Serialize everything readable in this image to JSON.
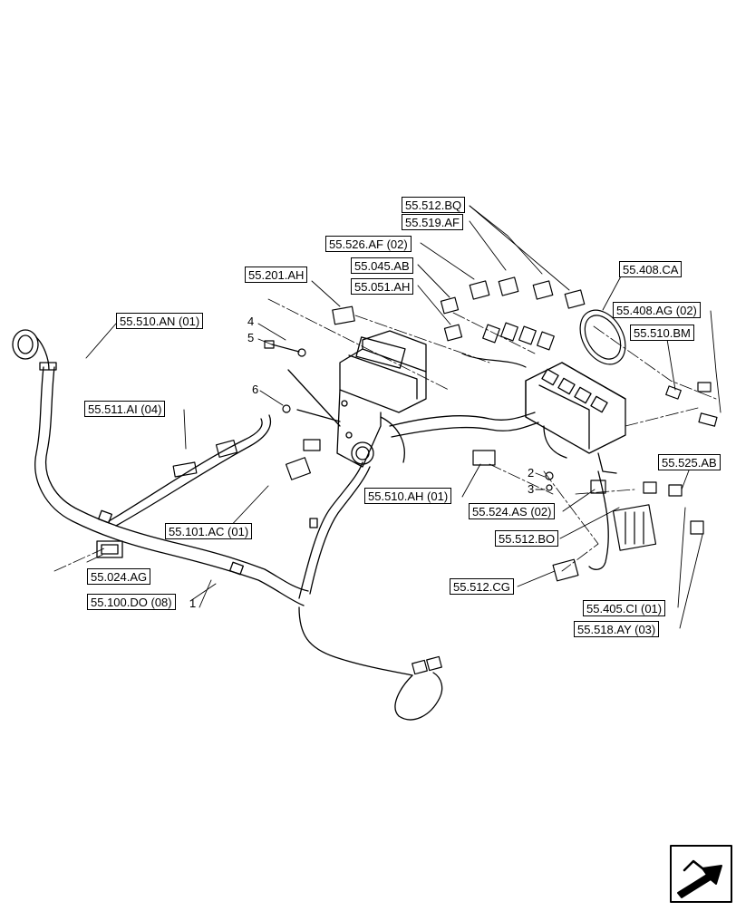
{
  "references": {
    "r_55_512_bq": "55.512.BQ",
    "r_55_519_af": "55.519.AF",
    "r_55_526_af": "55.526.AF (02)",
    "r_55_045_ab": "55.045.AB",
    "r_55_051_ah": "55.051.AH",
    "r_55_201_ah": "55.201.AH",
    "r_55_408_ca": "55.408.CA",
    "r_55_408_ag": "55.408.AG (02)",
    "r_55_510_bm": "55.510.BM",
    "r_55_510_an": "55.510.AN (01)",
    "r_55_511_ai": "55.511.AI (04)",
    "r_55_510_ah": "55.510.AH (01)",
    "r_55_524_as": "55.524.AS (02)",
    "r_55_525_ab": "55.525.AB",
    "r_55_512_bo": "55.512.BO",
    "r_55_101_ac": "55.101.AC (01)",
    "r_55_024_ag": "55.024.AG",
    "r_55_100_do": "55.100.DO (08)",
    "r_55_512_cg": "55.512.CG",
    "r_55_405_ci": "55.405.CI (01)",
    "r_55_518_ay": "55.518.AY (03)"
  },
  "item_numbers": {
    "n1": "1",
    "n2": "2",
    "n3": "3",
    "n4": "4",
    "n5": "5",
    "n6": "6"
  },
  "nav_icon": "navigation-arrow-icon"
}
